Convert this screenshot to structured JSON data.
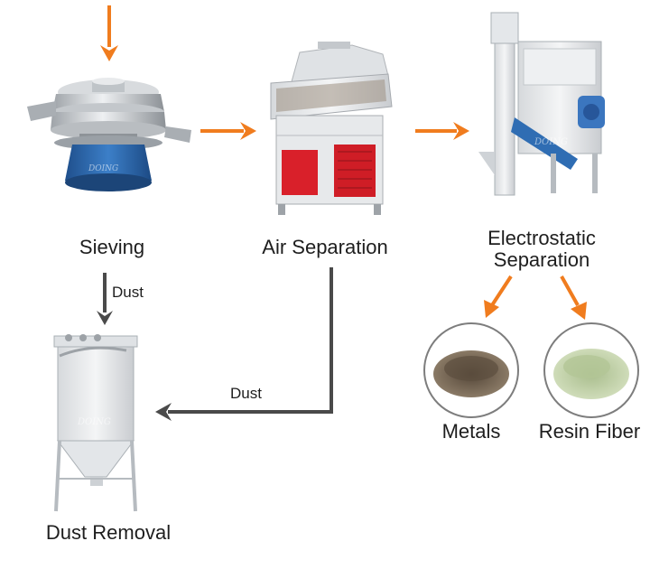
{
  "stages": {
    "sieving": {
      "label": "Sieving"
    },
    "air_separation": {
      "label": "Air Separation"
    },
    "electrostatic": {
      "label_line1": "Electrostatic",
      "label_line2": "Separation"
    },
    "dust_removal": {
      "label": "Dust Removal"
    }
  },
  "outputs": {
    "metals": {
      "label": "Metals"
    },
    "resin_fiber": {
      "label": "Resin Fiber"
    }
  },
  "flows": {
    "sieving_to_dust": "Dust",
    "air_to_dust": "Dust"
  },
  "colors": {
    "arrow_orange": "#f07c1e",
    "arrow_gray": "#4a4a4a",
    "machine_blue": "#2f6db3",
    "machine_red": "#d9202a",
    "metals_powder": "#6e5e4c",
    "fiber_powder": "#b9c9a0"
  },
  "icons": [
    "orange-arrow-icon",
    "gray-arrow-icon"
  ]
}
